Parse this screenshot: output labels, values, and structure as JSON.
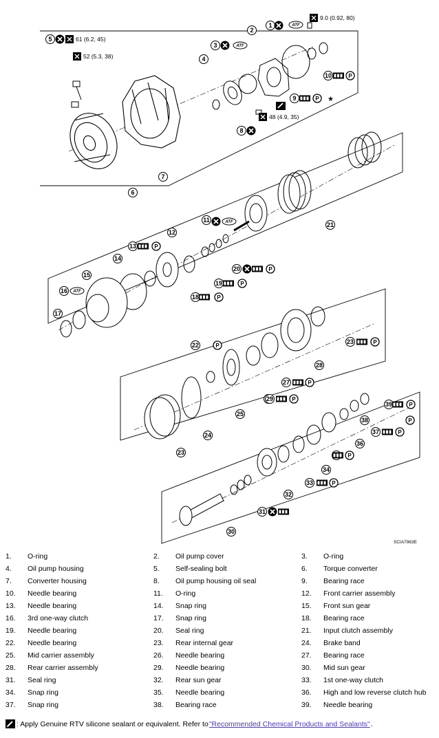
{
  "figure_code": "SCIA7963E",
  "torque_labels": {
    "t1": "61 (6.2, 45)",
    "t2": "52 (5.3, 38)",
    "t3": "9.0 (0.92, 80)",
    "t4": "48 (4.9, 35)"
  },
  "atf_label": "ATF",
  "callouts": [
    "1",
    "2",
    "3",
    "4",
    "5",
    "6",
    "7",
    "8",
    "9",
    "10",
    "11",
    "12",
    "13",
    "14",
    "15",
    "16",
    "17",
    "18",
    "19",
    "20",
    "21",
    "22",
    "23",
    "23",
    "24",
    "25",
    "26",
    "27",
    "28",
    "29",
    "30",
    "31",
    "32",
    "33",
    "34",
    "35",
    "36",
    "37",
    "38",
    "39"
  ],
  "legend": [
    [
      {
        "num": "1.",
        "label": "O-ring"
      },
      {
        "num": "2.",
        "label": "Oil pump cover"
      },
      {
        "num": "3.",
        "label": "O-ring"
      }
    ],
    [
      {
        "num": "4.",
        "label": "Oil pump housing"
      },
      {
        "num": "5.",
        "label": "Self-sealing bolt"
      },
      {
        "num": "6.",
        "label": "Torque converter"
      }
    ],
    [
      {
        "num": "7.",
        "label": "Converter housing"
      },
      {
        "num": "8.",
        "label": "Oil pump housing oil seal"
      },
      {
        "num": "9.",
        "label": "Bearing race"
      }
    ],
    [
      {
        "num": "10.",
        "label": "Needle bearing"
      },
      {
        "num": "11.",
        "label": "O-ring"
      },
      {
        "num": "12.",
        "label": "Front carrier assembly"
      }
    ],
    [
      {
        "num": "13.",
        "label": "Needle bearing"
      },
      {
        "num": "14.",
        "label": "Snap ring"
      },
      {
        "num": "15.",
        "label": "Front sun gear"
      }
    ],
    [
      {
        "num": "16.",
        "label": "3rd one-way clutch"
      },
      {
        "num": "17.",
        "label": "Snap ring"
      },
      {
        "num": "18.",
        "label": "Bearing race"
      }
    ],
    [
      {
        "num": "19.",
        "label": "Needle bearing"
      },
      {
        "num": "20.",
        "label": "Seal ring"
      },
      {
        "num": "21.",
        "label": "Input clutch assembly"
      }
    ],
    [
      {
        "num": "22.",
        "label": "Needle bearing"
      },
      {
        "num": "23.",
        "label": "Rear internal gear"
      },
      {
        "num": "24.",
        "label": "Brake band"
      }
    ],
    [
      {
        "num": "25.",
        "label": "Mid carrier assembly"
      },
      {
        "num": "26.",
        "label": "Needle bearing"
      },
      {
        "num": "27.",
        "label": "Bearing race"
      }
    ],
    [
      {
        "num": "28.",
        "label": "Rear carrier assembly"
      },
      {
        "num": "29.",
        "label": "Needle bearing"
      },
      {
        "num": "30.",
        "label": "Mid sun gear"
      }
    ],
    [
      {
        "num": "31.",
        "label": "Seal ring"
      },
      {
        "num": "32.",
        "label": "Rear sun gear"
      },
      {
        "num": "33.",
        "label": "1st one-way clutch"
      }
    ],
    [
      {
        "num": "34.",
        "label": "Snap ring"
      },
      {
        "num": "35.",
        "label": "Needle bearing"
      },
      {
        "num": "36.",
        "label": "High and low reverse clutch hub"
      }
    ],
    [
      {
        "num": "37.",
        "label": "Snap ring"
      },
      {
        "num": "38.",
        "label": "Bearing race"
      },
      {
        "num": "39.",
        "label": "Needle bearing"
      }
    ]
  ],
  "note": {
    "before": ": Apply Genuine RTV silicone sealant or equivalent. Refer to ",
    "link": "\"Recommended Chemical Products and Sealants\"",
    "after": "."
  },
  "colors": {
    "ink": "#000000",
    "link": "#4a3ca8",
    "background": "#ffffff"
  }
}
